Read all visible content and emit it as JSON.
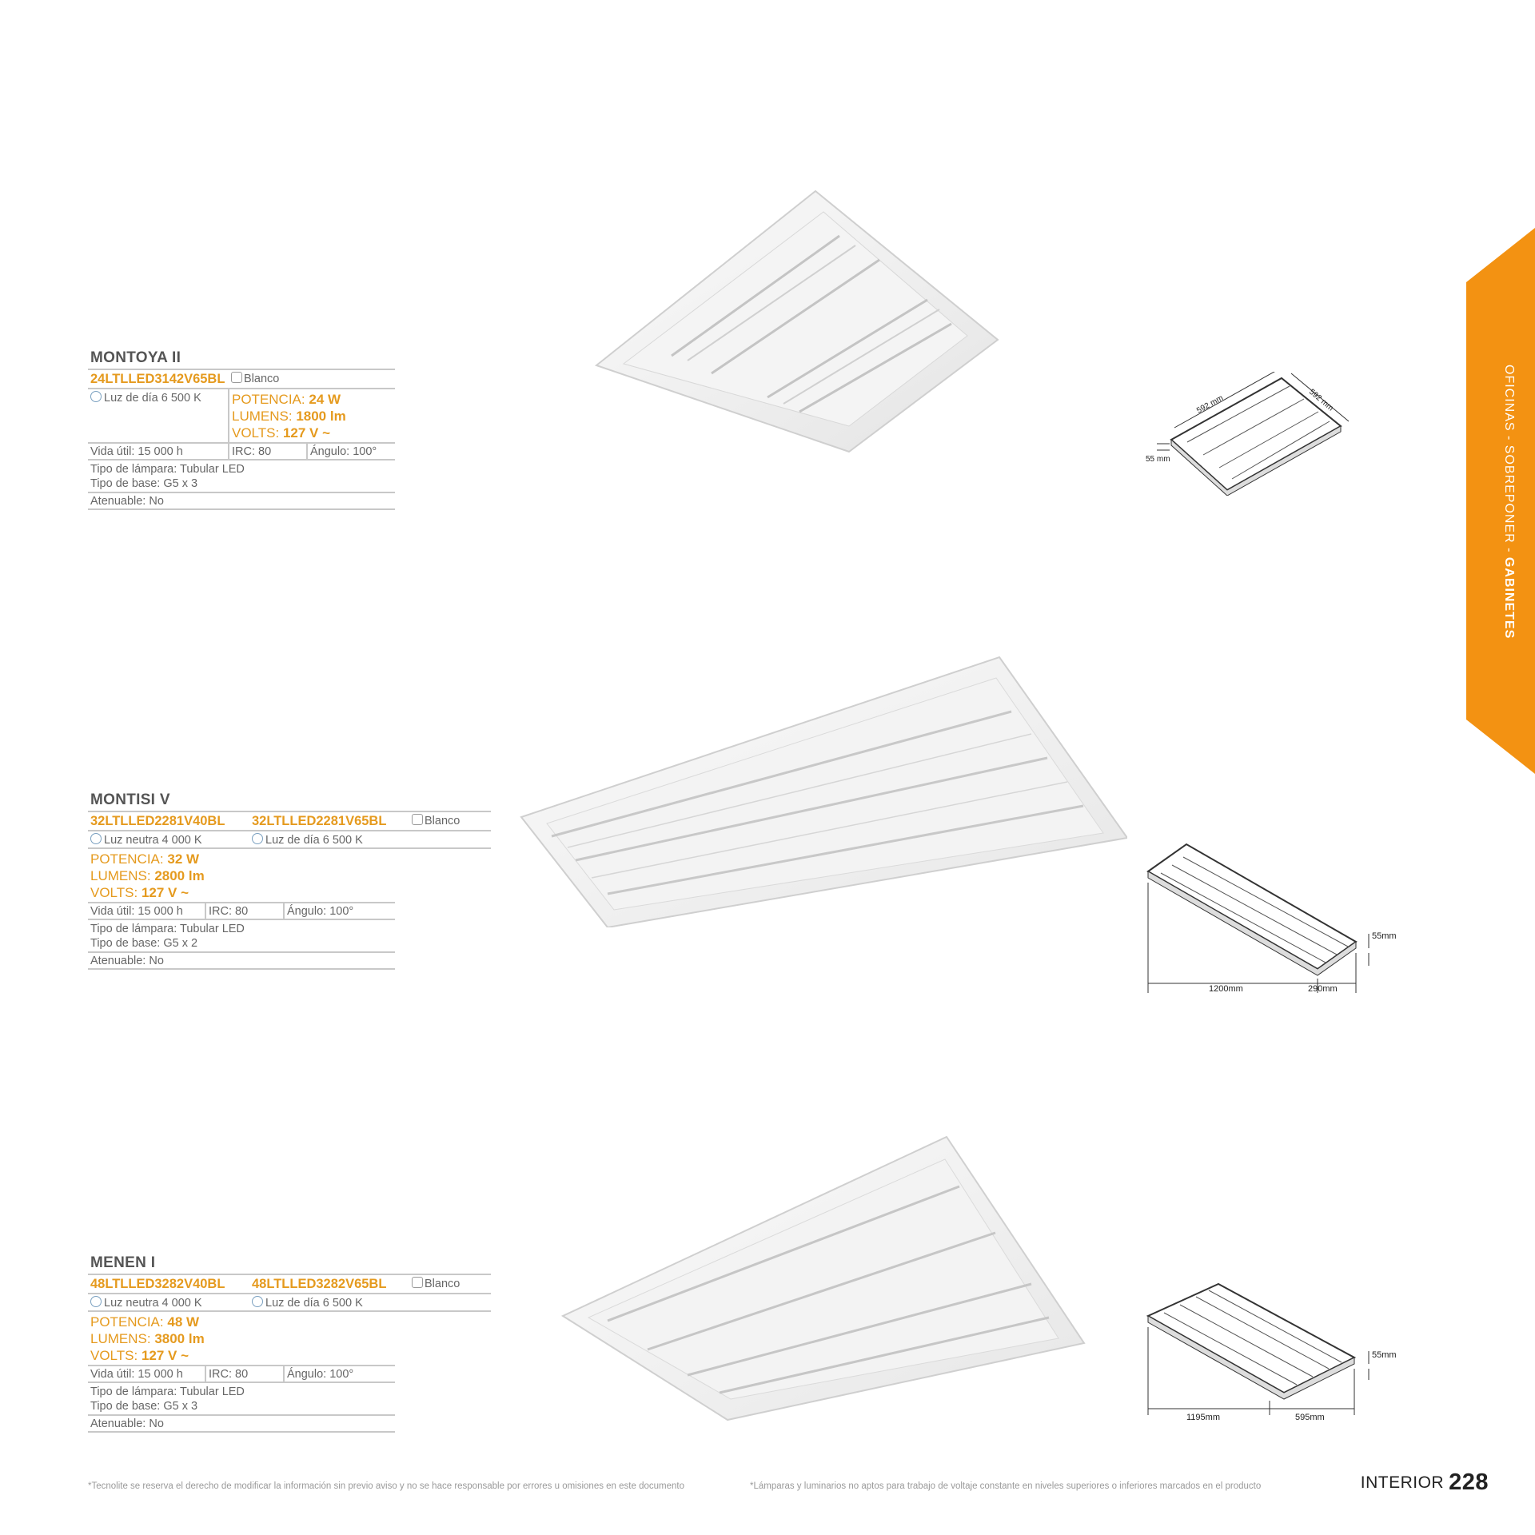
{
  "side_tab": {
    "part1": "OFICINAS",
    "sep": " - ",
    "part2": "SOBREPONER",
    "part3": "GABINETES",
    "color": "#f39212"
  },
  "products": [
    {
      "name": "MONTOYA II",
      "codes": [
        "24LTLLED3142V65BL"
      ],
      "finish": "Blanco",
      "lights": [
        "Luz de día 6 500 K"
      ],
      "potencia_label": "POTENCIA:",
      "potencia": "24 W",
      "lumens_label": "LUMENS:",
      "lumens": "1800 lm",
      "volts_label": "VOLTS:",
      "volts": "127 V ~",
      "vida": "Vida útil: 15 000 h",
      "irc": "IRC: 80",
      "angulo": "Ángulo: 100°",
      "tipo_lampara": "Tipo de lámpara: Tubular LED",
      "tipo_base": "Tipo de base: G5 x 3",
      "atenuable": "Atenuable: No",
      "dims": {
        "a": "592 mm",
        "b": "592 mm",
        "h": "55 mm"
      }
    },
    {
      "name": "MONTISI V",
      "codes": [
        "32LTLLED2281V40BL",
        "32LTLLED2281V65BL"
      ],
      "finish": "Blanco",
      "lights": [
        "Luz neutra 4 000 K",
        "Luz de día 6 500 K"
      ],
      "potencia_label": "POTENCIA:",
      "potencia": "32 W",
      "lumens_label": "LUMENS:",
      "lumens": "2800 lm",
      "volts_label": "VOLTS:",
      "volts": "127 V ~",
      "vida": "Vida útil: 15 000 h",
      "irc": "IRC: 80",
      "angulo": "Ángulo: 100°",
      "tipo_lampara": "Tipo de lámpara: Tubular LED",
      "tipo_base": "Tipo de base: G5 x 2",
      "atenuable": "Atenuable: No",
      "dims": {
        "h": "55mm",
        "l": "1200mm",
        "w": "290mm"
      }
    },
    {
      "name": "MENEN I",
      "codes": [
        "48LTLLED3282V40BL",
        "48LTLLED3282V65BL"
      ],
      "finish": "Blanco",
      "lights": [
        "Luz neutra 4 000 K",
        "Luz de día 6 500 K"
      ],
      "potencia_label": "POTENCIA:",
      "potencia": "48 W",
      "lumens_label": "LUMENS:",
      "lumens": "3800 lm",
      "volts_label": "VOLTS:",
      "volts": "127 V ~",
      "vida": "Vida útil: 15 000 h",
      "irc": "IRC: 80",
      "angulo": "Ángulo: 100°",
      "tipo_lampara": "Tipo de lámpara: Tubular LED",
      "tipo_base": "Tipo de base: G5 x 3",
      "atenuable": "Atenuable: No",
      "dims": {
        "h": "55mm",
        "l": "1195mm",
        "w": "595mm"
      }
    }
  ],
  "footer": {
    "note1": "*Tecnolite se reserva el derecho de modificar la información sin previo aviso y no se hace responsable por errores u omisiones en este documento",
    "note2": "*Lámparas y luminarios no aptos para trabajo de voltaje constante en niveles superiores o inferiores marcados en el producto",
    "section": "INTERIOR",
    "page": "228"
  }
}
